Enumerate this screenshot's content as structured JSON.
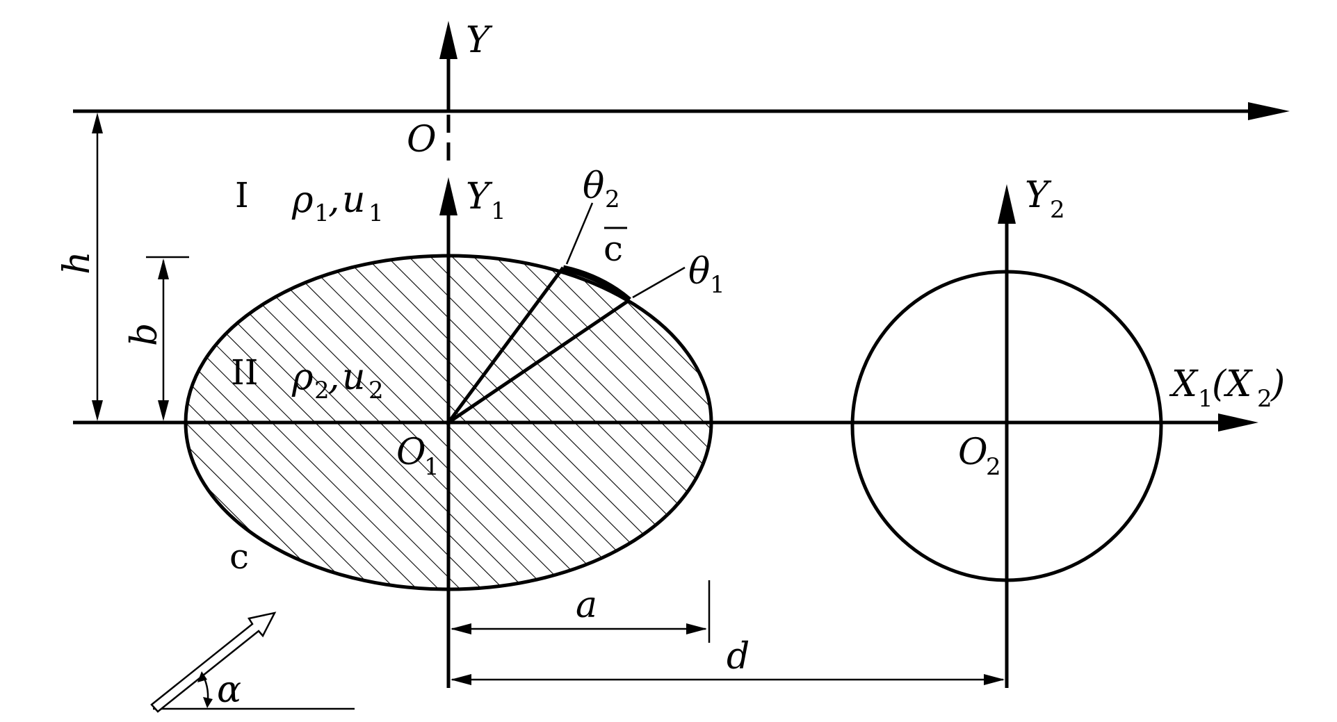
{
  "labels": {
    "y": "Y",
    "o": "O",
    "region1": "I",
    "rho1": "ρ",
    "rho1_sub": "1",
    "u1": "u",
    "u1_sub": "1",
    "comma1": ",",
    "y1": "Y",
    "y1_sub": "1",
    "theta2": "θ",
    "theta2_sub": "2",
    "cbar": "c",
    "theta1": "θ",
    "theta1_sub": "1",
    "y2": "Y",
    "y2_sub": "2",
    "h": "h",
    "b": "b",
    "region2": "II",
    "rho2": "ρ",
    "rho2_sub": "2",
    "comma2": ",",
    "u2": "u",
    "u2_sub": "2",
    "x1": "X",
    "x1_sub": "1",
    "x2_open": "(X",
    "x2_sub": "2",
    "x2_close": ")",
    "o1": "O",
    "o1_sub": "1",
    "o2": "O",
    "o2_sub": "2",
    "c": "c",
    "a": "a",
    "d": "d",
    "alpha": "α"
  }
}
